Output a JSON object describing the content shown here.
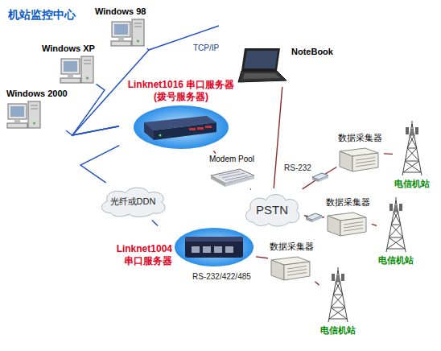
{
  "diagram": {
    "title": "机站监控中心",
    "nodes": [
      {
        "text": [
          "Windows 98"
        ]
      },
      {
        "text": [
          "Windows XP"
        ]
      },
      {
        "text": [
          "Windows 2000"
        ]
      },
      {
        "text": [
          "NoteBook"
        ]
      },
      {
        "text": [
          "Linknet1016 串口服务器(拨号服务器)"
        ]
      },
      {
        "text": [
          "Modem Pool"
        ]
      },
      {
        "text": [
          "PSTN"
        ]
      },
      {
        "text": [
          "光纤或DDN"
        ]
      },
      {
        "text": [
          "数据采集器"
        ]
      },
      {
        "text": [
          "数据采集器"
        ]
      },
      {
        "text": [
          "Linknet1004 串口服务器"
        ]
      },
      {
        "text": [
          "数据采集器"
        ]
      },
      {
        "text": [
          "电信机站"
        ]
      },
      {
        "text": [
          "电信机站"
        ]
      },
      {
        "text": [
          "电信机站"
        ]
      }
    ],
    "edges": [
      {
        "from": 0,
        "to": 4,
        "arrow": "none"
      },
      {
        "from": 1,
        "to": 4,
        "arrow": "none"
      },
      {
        "from": 2,
        "to": 4,
        "arrow": "none"
      },
      {
        "from": 4,
        "to": 5,
        "arrow": "none"
      },
      {
        "from": 5,
        "to": 6,
        "arrow": "none"
      },
      {
        "from": 6,
        "to": 3,
        "arrow": "none"
      },
      {
        "from": 6,
        "to": 8,
        "label": "RS-232",
        "arrow": "none"
      },
      {
        "from": 6,
        "to": 9,
        "arrow": "none"
      },
      {
        "from": 4,
        "to": 7,
        "arrow": "none"
      },
      {
        "from": 7,
        "to": 10,
        "arrow": "none"
      },
      {
        "from": 10,
        "to": 11,
        "label": "RS-232/422/485",
        "arrow": "none"
      },
      {
        "from": 8,
        "to": 12,
        "arrow": "none"
      },
      {
        "from": 9,
        "to": 13,
        "arrow": "none"
      },
      {
        "from": 11,
        "to": 14,
        "arrow": "none"
      }
    ],
    "labels": [
      "TCP/IP"
    ]
  }
}
